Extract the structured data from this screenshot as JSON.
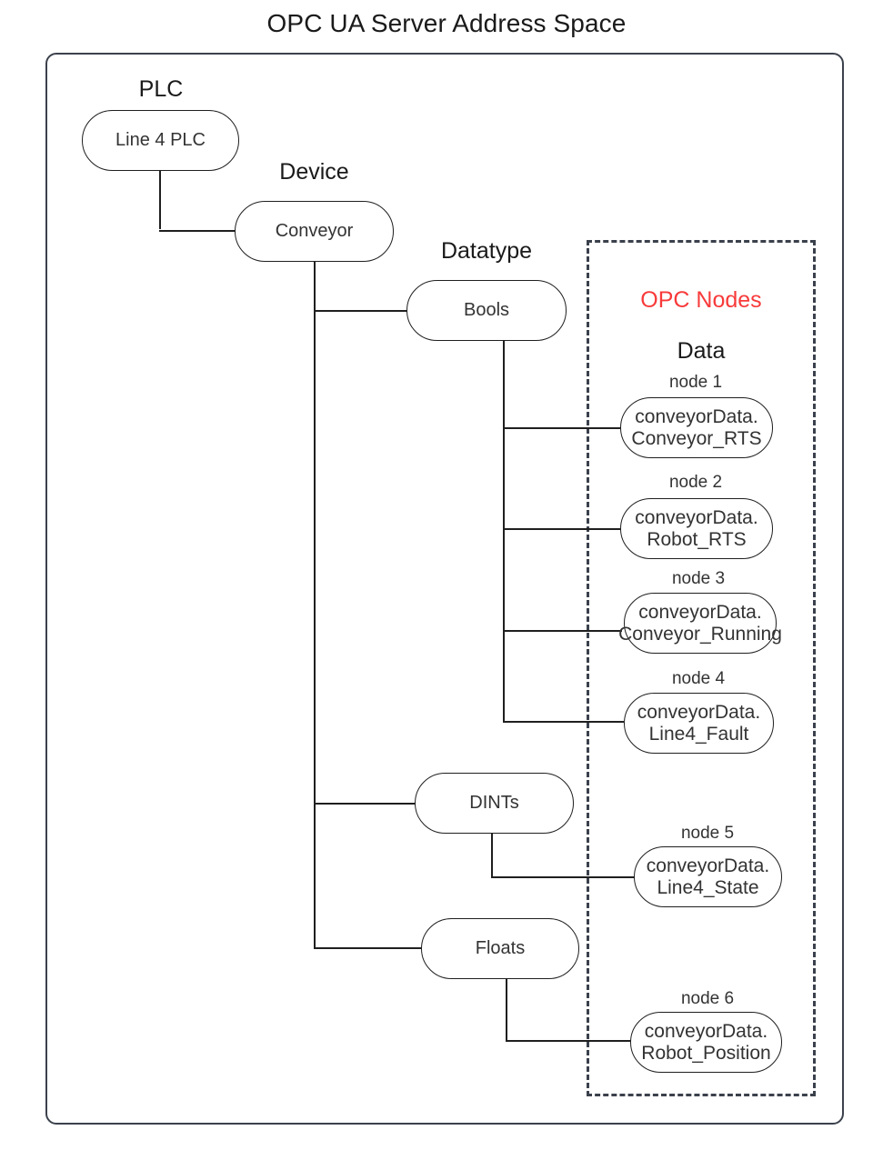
{
  "title": "OPC UA Server Address Space",
  "colors": {
    "accent_red": "#f83a3a",
    "outline": "#3b414c",
    "node_stroke": "#1f1f1f",
    "text": "#333333"
  },
  "groups": {
    "plc_caption": "PLC",
    "device_caption": "Device",
    "datatype_caption": "Datatype",
    "opc_nodes_caption": "OPC Nodes",
    "data_caption": "Data"
  },
  "tree": {
    "plc": {
      "label": "Line 4 PLC"
    },
    "device": {
      "label": "Conveyor"
    },
    "datatypes": [
      {
        "label": "Bools"
      },
      {
        "label": "DINTs"
      },
      {
        "label": "Floats"
      }
    ]
  },
  "opc_nodes": [
    {
      "caption": "node 1",
      "line1": "conveyorData.",
      "line2": "Conveyor_RTS"
    },
    {
      "caption": "node 2",
      "line1": "conveyorData.",
      "line2": "Robot_RTS"
    },
    {
      "caption": "node 3",
      "line1": "conveyorData.",
      "line2": "Conveyor_Running"
    },
    {
      "caption": "node 4",
      "line1": "conveyorData.",
      "line2": "Line4_Fault"
    },
    {
      "caption": "node 5",
      "line1": "conveyorData.",
      "line2": "Line4_State"
    },
    {
      "caption": "node 6",
      "line1": "conveyorData.",
      "line2": "Robot_Position"
    }
  ]
}
